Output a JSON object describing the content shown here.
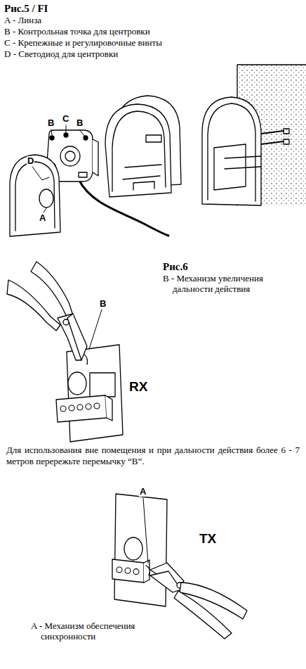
{
  "diagram": {
    "labels": [
      "Рис.5 / FI",
      "A - Линза",
      "B - Контрольная точка для центровки",
      "C - Крепежные и регулировочные винты",
      "D - Светодиод для центровки",
      "B",
      "C",
      "B",
      "D",
      "A",
      "Рис.6",
      "B - Механизм увеличения дальности действия",
      "B",
      "RX",
      "Для использования вне помещения и при дальности действия более 6 - 7 метров перережьте перемычку “B”.",
      "A",
      "TX",
      "A - Механизм обеспечения синхронности"
    ]
  }
}
